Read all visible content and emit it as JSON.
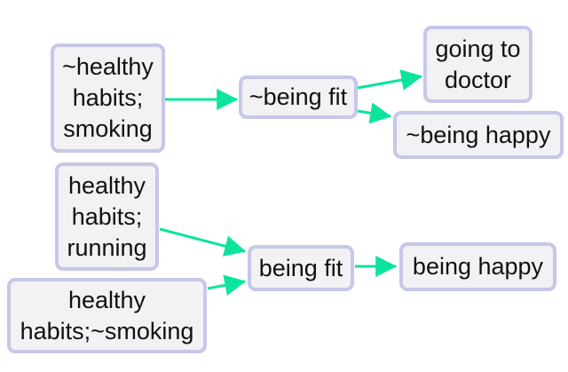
{
  "diagram": {
    "nodes": [
      {
        "id": "not-healthy-habits-smoking",
        "label": "~healthy\nhabits;\nsmoking"
      },
      {
        "id": "not-being-fit",
        "label": "~being fit"
      },
      {
        "id": "going-to-doctor",
        "label": "going to\ndoctor"
      },
      {
        "id": "not-being-happy",
        "label": "~being happy"
      },
      {
        "id": "healthy-habits-running",
        "label": "healthy\nhabits;\nrunning"
      },
      {
        "id": "healthy-habits-not-smoking",
        "label": "healthy\nhabits;~smoking"
      },
      {
        "id": "being-fit",
        "label": "being fit"
      },
      {
        "id": "being-happy",
        "label": "being happy"
      }
    ],
    "edges": [
      {
        "from": "not-healthy-habits-smoking",
        "to": "not-being-fit"
      },
      {
        "from": "not-being-fit",
        "to": "going-to-doctor"
      },
      {
        "from": "not-being-fit",
        "to": "not-being-happy"
      },
      {
        "from": "healthy-habits-running",
        "to": "being-fit"
      },
      {
        "from": "healthy-habits-not-smoking",
        "to": "being-fit"
      },
      {
        "from": "being-fit",
        "to": "being-happy"
      }
    ]
  },
  "colors": {
    "arrow-green": "#0ce49d",
    "node-border": "#c7c7e8",
    "node-fill": "#f2f2f4",
    "node-text": "#111111",
    "canvas-bg": "#ffffff"
  }
}
